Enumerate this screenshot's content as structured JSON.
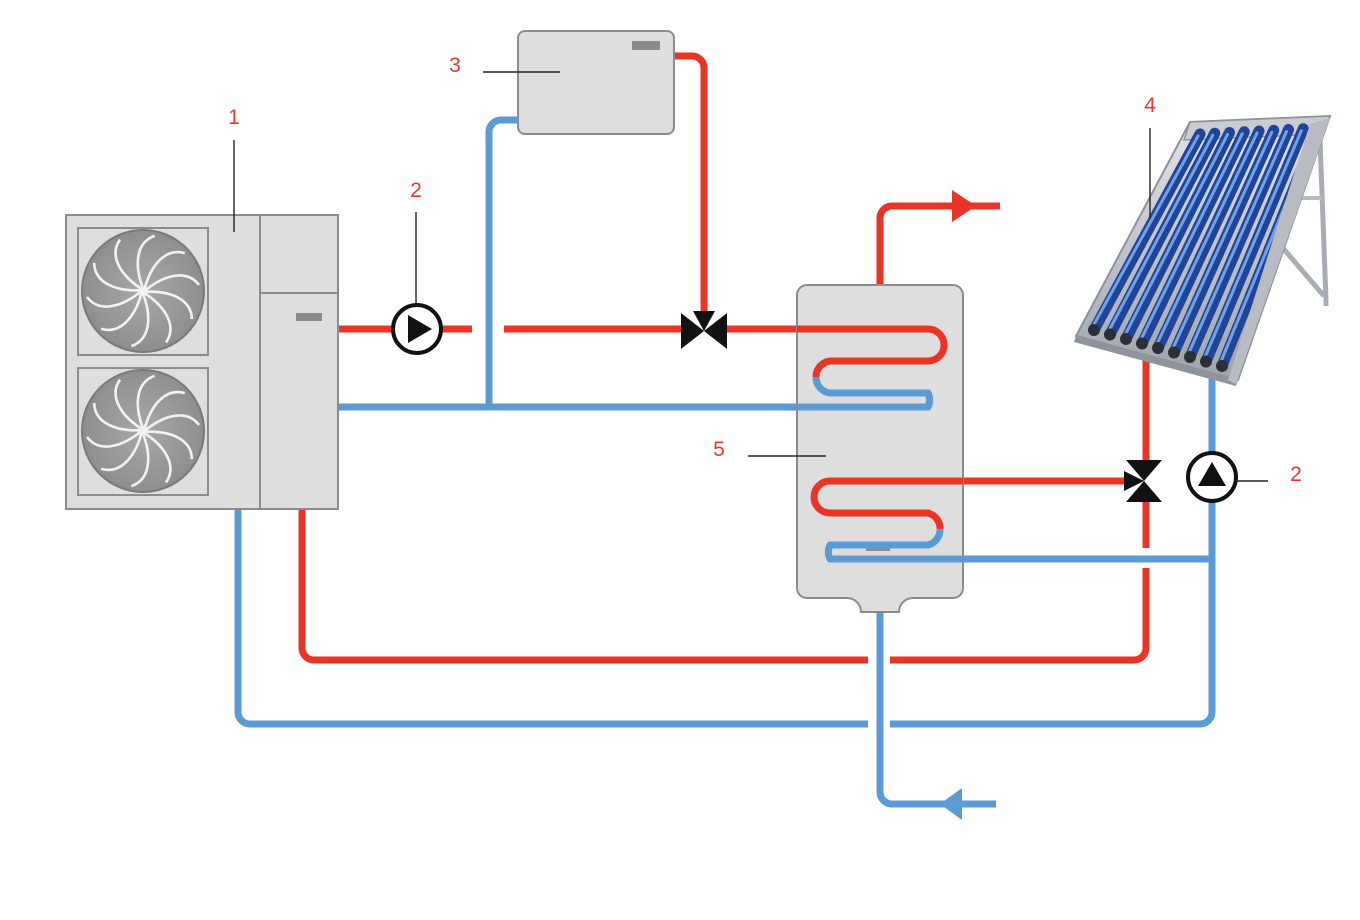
{
  "colors": {
    "hot": "#ea3526",
    "cold": "#5b9bd5",
    "unit_fill": "#dedede",
    "unit_stroke": "#8c8c8c",
    "label": "#e8392c"
  },
  "labels": {
    "heat_pump": "1",
    "pump_hp_line": "2",
    "indoor_unit": "3",
    "solar_collector": "4",
    "storage_tank": "5",
    "pump_solar_line": "2"
  },
  "icons": {
    "fan": "fan-icon",
    "pump": "circulation-pump-icon",
    "valve": "three-way-valve-icon",
    "flow_arrow": "flow-arrow-icon",
    "solar_tubes": "vacuum-tube-collector-icon"
  }
}
